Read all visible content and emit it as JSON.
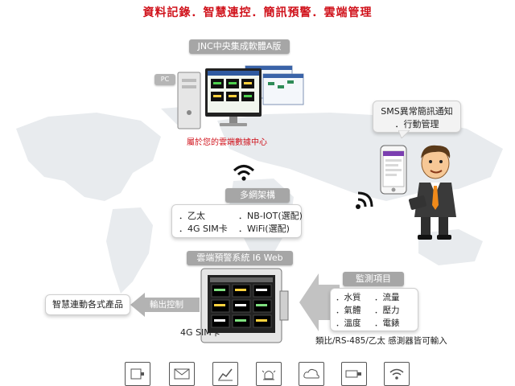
{
  "title": "資料記錄．智慧連控．簡訊預警．雲端管理",
  "software": {
    "label": "JNC中央集成軟體A版",
    "pc_tag": "PC",
    "caption": "屬於您的雲端數據中心"
  },
  "sms": {
    "line1": "SMS異常簡訊通知",
    "line2": "．行動管理"
  },
  "network": {
    "title": "多網架構",
    "left": [
      "．乙太",
      "．4G SIM卡"
    ],
    "right": [
      "．NB-IOT(選配)",
      "．WiFi(選配)"
    ]
  },
  "system": {
    "title": "雲端預警系統 I6 Web",
    "sim_label": "4G SIM卡"
  },
  "output": {
    "label": "輸出控制",
    "target": "智慧連動各式產品"
  },
  "monitor": {
    "title": "監測項目",
    "col1": [
      "．水質",
      "．氣體",
      "．溫度"
    ],
    "col2": [
      "．流量",
      "．壓力",
      "．電錶"
    ],
    "note": "類比/RS-485/乙太 感測器皆可輸入"
  },
  "icons": [
    "relay-icon",
    "mail-icon",
    "chart-icon",
    "alarm-light-icon",
    "cloud-icon",
    "usb-icon",
    "wifi-icon"
  ],
  "colors": {
    "accent": "#d0121b",
    "tag_grey": "#a6a6a6",
    "map": "#e9ecef"
  }
}
